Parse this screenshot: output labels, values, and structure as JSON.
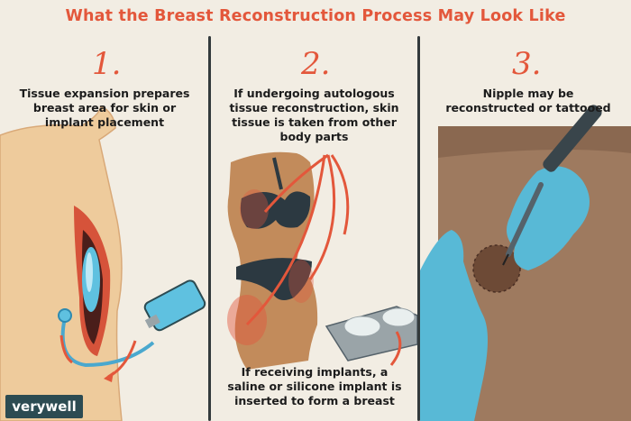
{
  "title": "What the Breast Reconstruction Process May Look Like",
  "steps": [
    {
      "number": "1.",
      "caption": "Tissue expansion prepares breast area for skin or implant placement"
    },
    {
      "number": "2.",
      "caption": "If undergoing autologous tissue reconstruction, skin tissue is taken from other body parts"
    },
    {
      "number": "3.",
      "caption": "Nipple may be reconstructed or tattooed"
    }
  ],
  "implants_note": "If receiving implants, a saline or silicone implant is inserted to form a breast",
  "brand": "verywell",
  "colors": {
    "accent": "#e3573b",
    "background": "#f2ede3",
    "skin": "#eecb9c",
    "tan_skin": "#c28b5b",
    "glove": "#58b9d6",
    "swimsuit": "#2c3941"
  },
  "icons": [
    "syringe-icon",
    "implant-tray-icon",
    "tattoo-pen-icon",
    "glove-hand-icon"
  ]
}
